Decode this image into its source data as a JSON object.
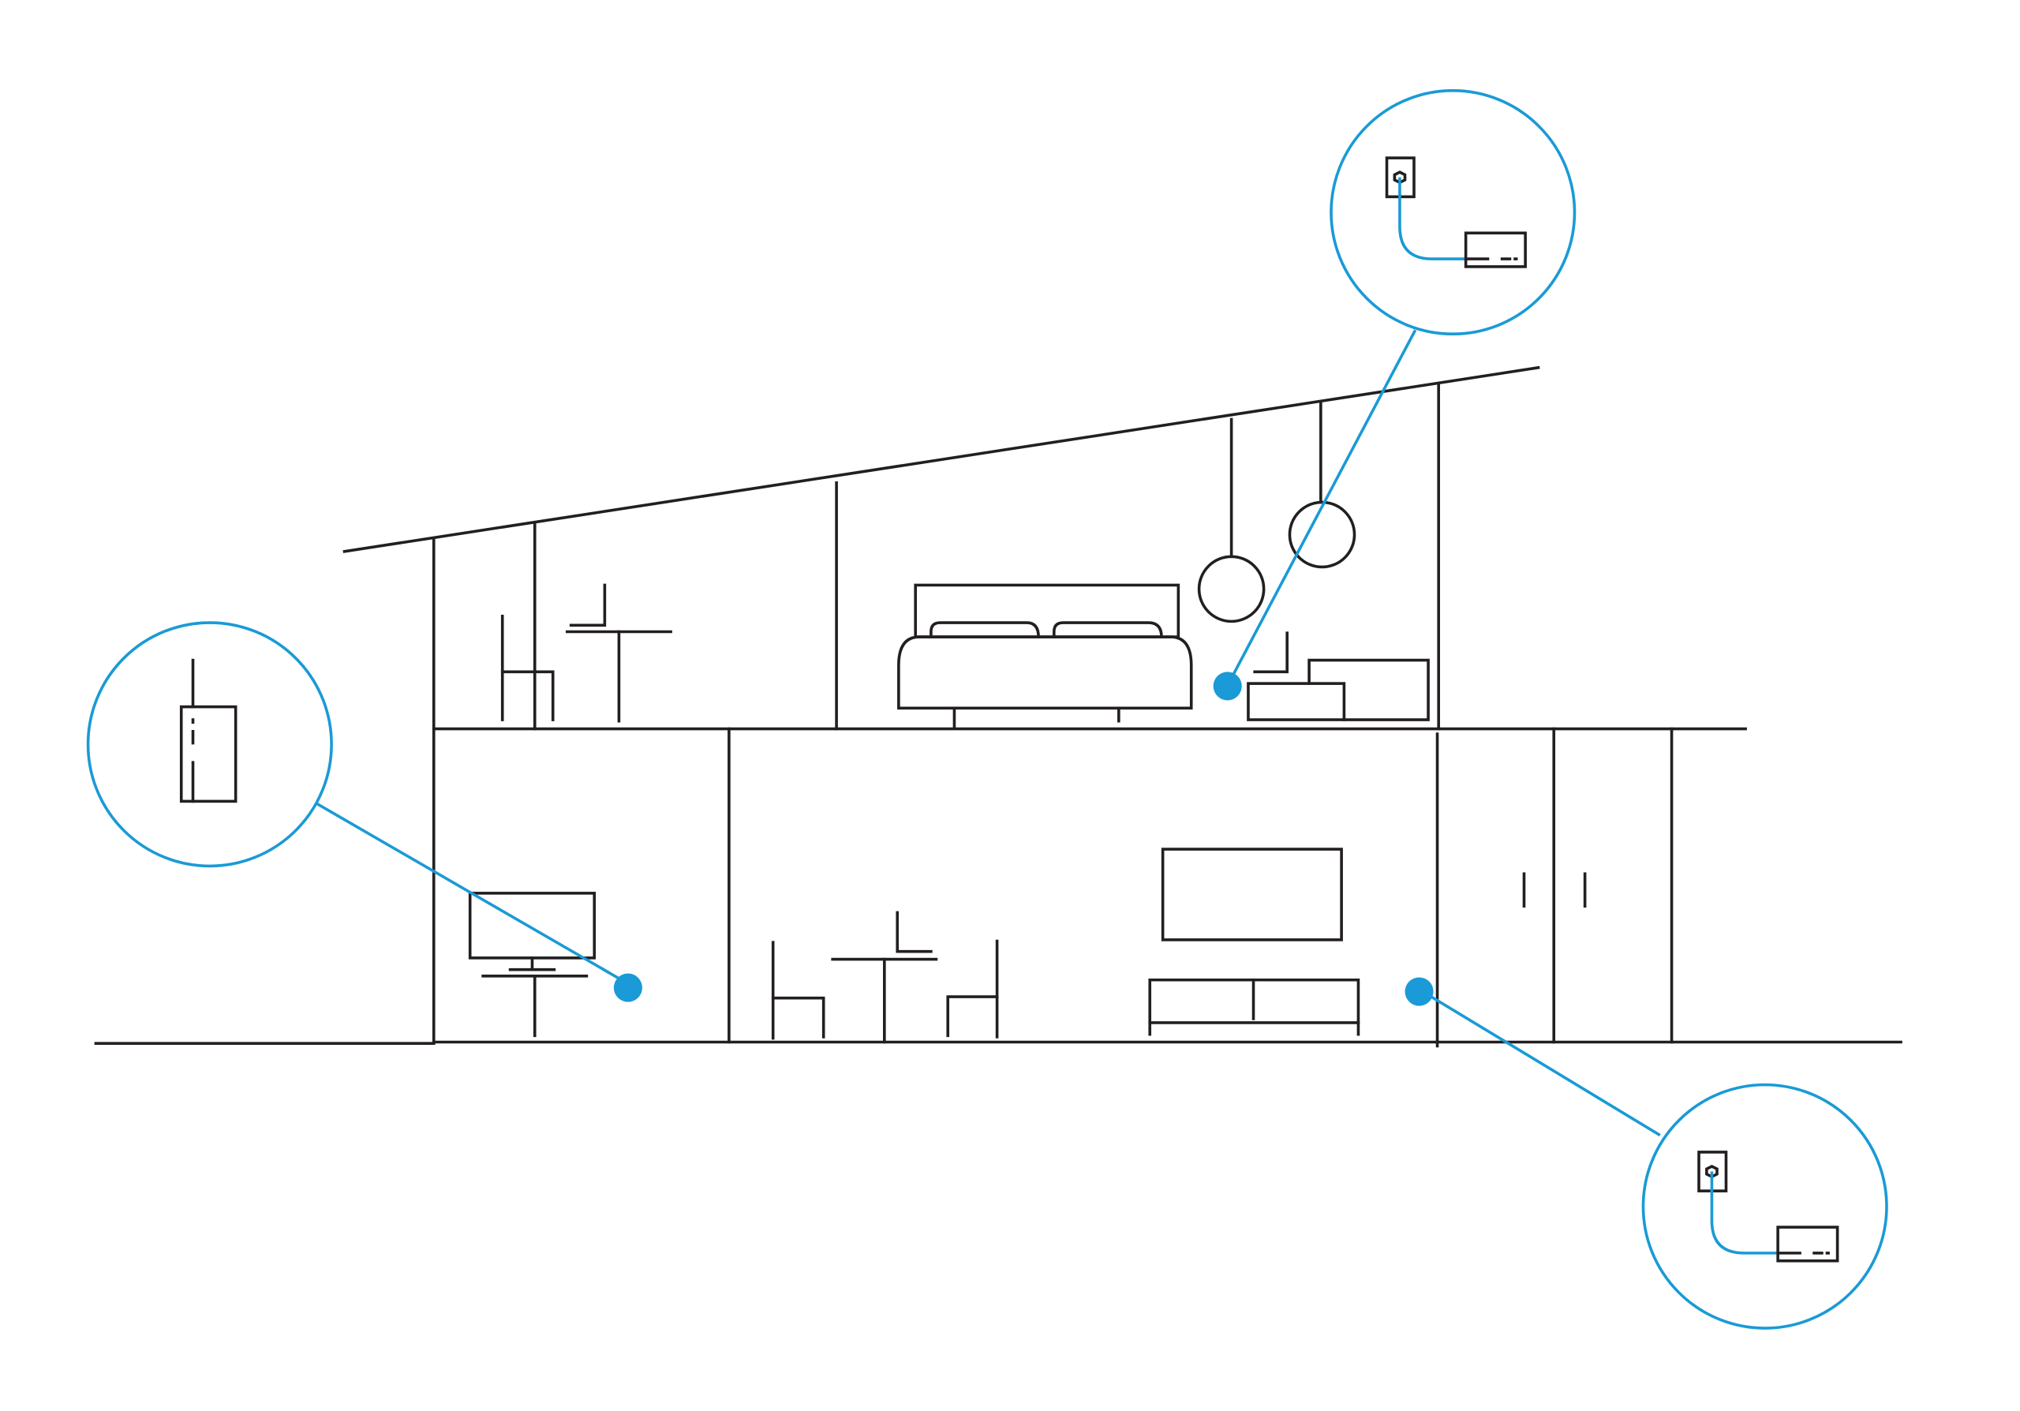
{
  "diagram": {
    "subject": "house-network-placement",
    "colors": {
      "line": "#231f20",
      "accent": "#1a9ad6",
      "background": "#ffffff"
    },
    "callouts": [
      {
        "id": "left",
        "icon": "router-icon"
      },
      {
        "id": "top",
        "icon": "wall-outlet-extender-icon"
      },
      {
        "id": "bottom-right",
        "icon": "wall-outlet-extender-icon"
      }
    ],
    "placement_markers": 3
  }
}
